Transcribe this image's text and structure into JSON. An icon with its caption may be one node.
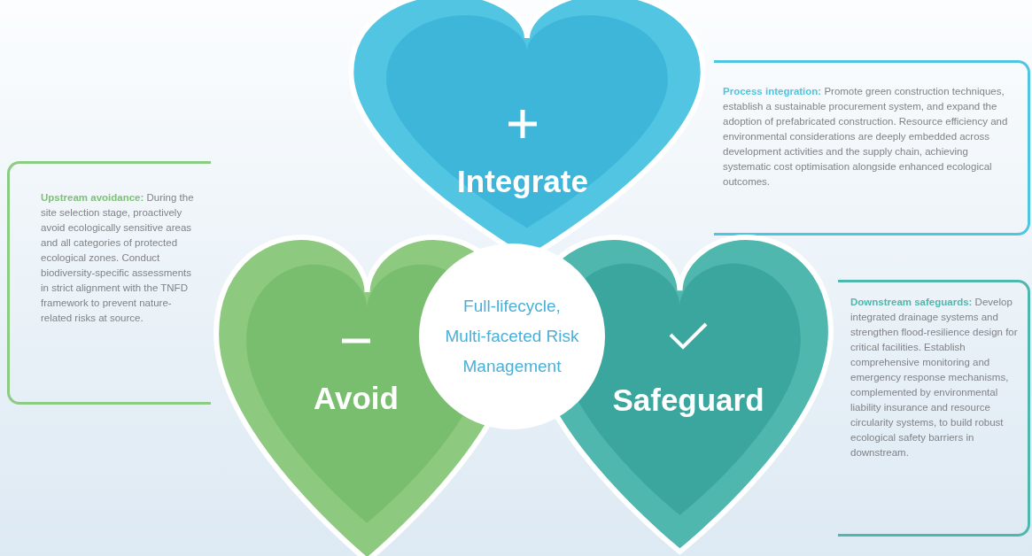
{
  "diagram": {
    "nodes": [
      {
        "text": [
          "Integrate"
        ]
      },
      {
        "text": [
          "**Process integration:** Promote green construction techniques, establish a sustainable procurement system, and expand the adoption of prefabricated construction. Resource efficiency and environmental considerations are deeply embedded across development activities and the supply chain, achieving systematic cost optimisation alongside enhanced ecological outcomes."
        ]
      },
      {
        "text": [
          "**Upstream avoidance:** During the site selection stage, proactively avoid ecologically sensitive areas and all categories of protected ecological zones. Conduct biodiversity-specific assessments in strict alignment with the TNFD framework to prevent nature-related risks at source."
        ]
      },
      {
        "text": [
          "Avoid"
        ]
      },
      {
        "text": [
          "Full-lifecycle, Multi-faceted Risk Management"
        ]
      },
      {
        "text": [
          "Safeguard"
        ]
      },
      {
        "text": [
          "**Downstream safeguards:** Develop integrated drainage systems and strengthen flood-resilience design for critical facilities. Establish comprehensive monitoring and emergency response mechanisms, complemented by environmental liability insurance and resource circularity systems, to build robust ecological safety barriers in downstream."
        ]
      }
    ]
  }
}
